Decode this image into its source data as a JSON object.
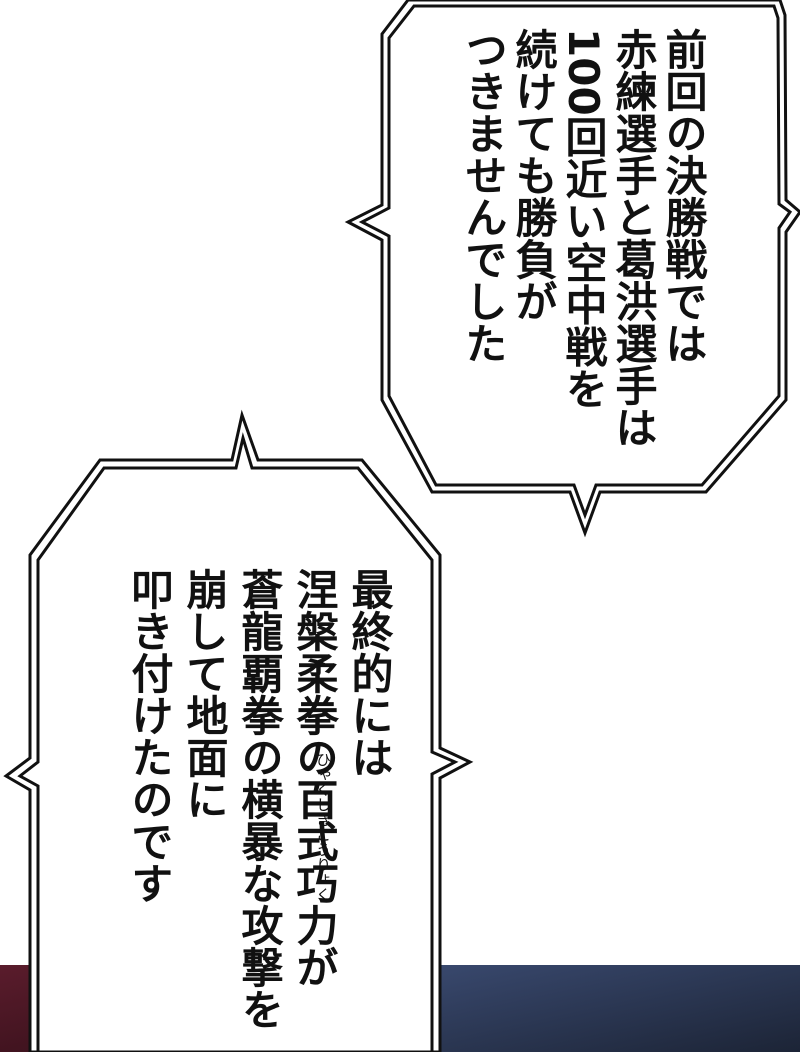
{
  "bubbles": [
    {
      "lines": [
        "前回の決勝戦では",
        "赤練選手と葛洪選手は",
        "100回近い空中戦を",
        "続けても勝負が",
        "つきませんでした"
      ]
    },
    {
      "lines": [
        "最終的には",
        "涅槃柔拳の百式巧力が",
        "蒼龍覇拳の横暴な攻撃を",
        "崩して地面に",
        "叩き付けたのです"
      ],
      "ruby": "ひゃくしきこうりょく"
    }
  ],
  "colors": {
    "background": "#ffffff",
    "bubble_fill": "#ffffff",
    "outline": "#111111",
    "text": "#111111",
    "panel_red": "#3a1420",
    "panel_blue": "#2a3550"
  }
}
